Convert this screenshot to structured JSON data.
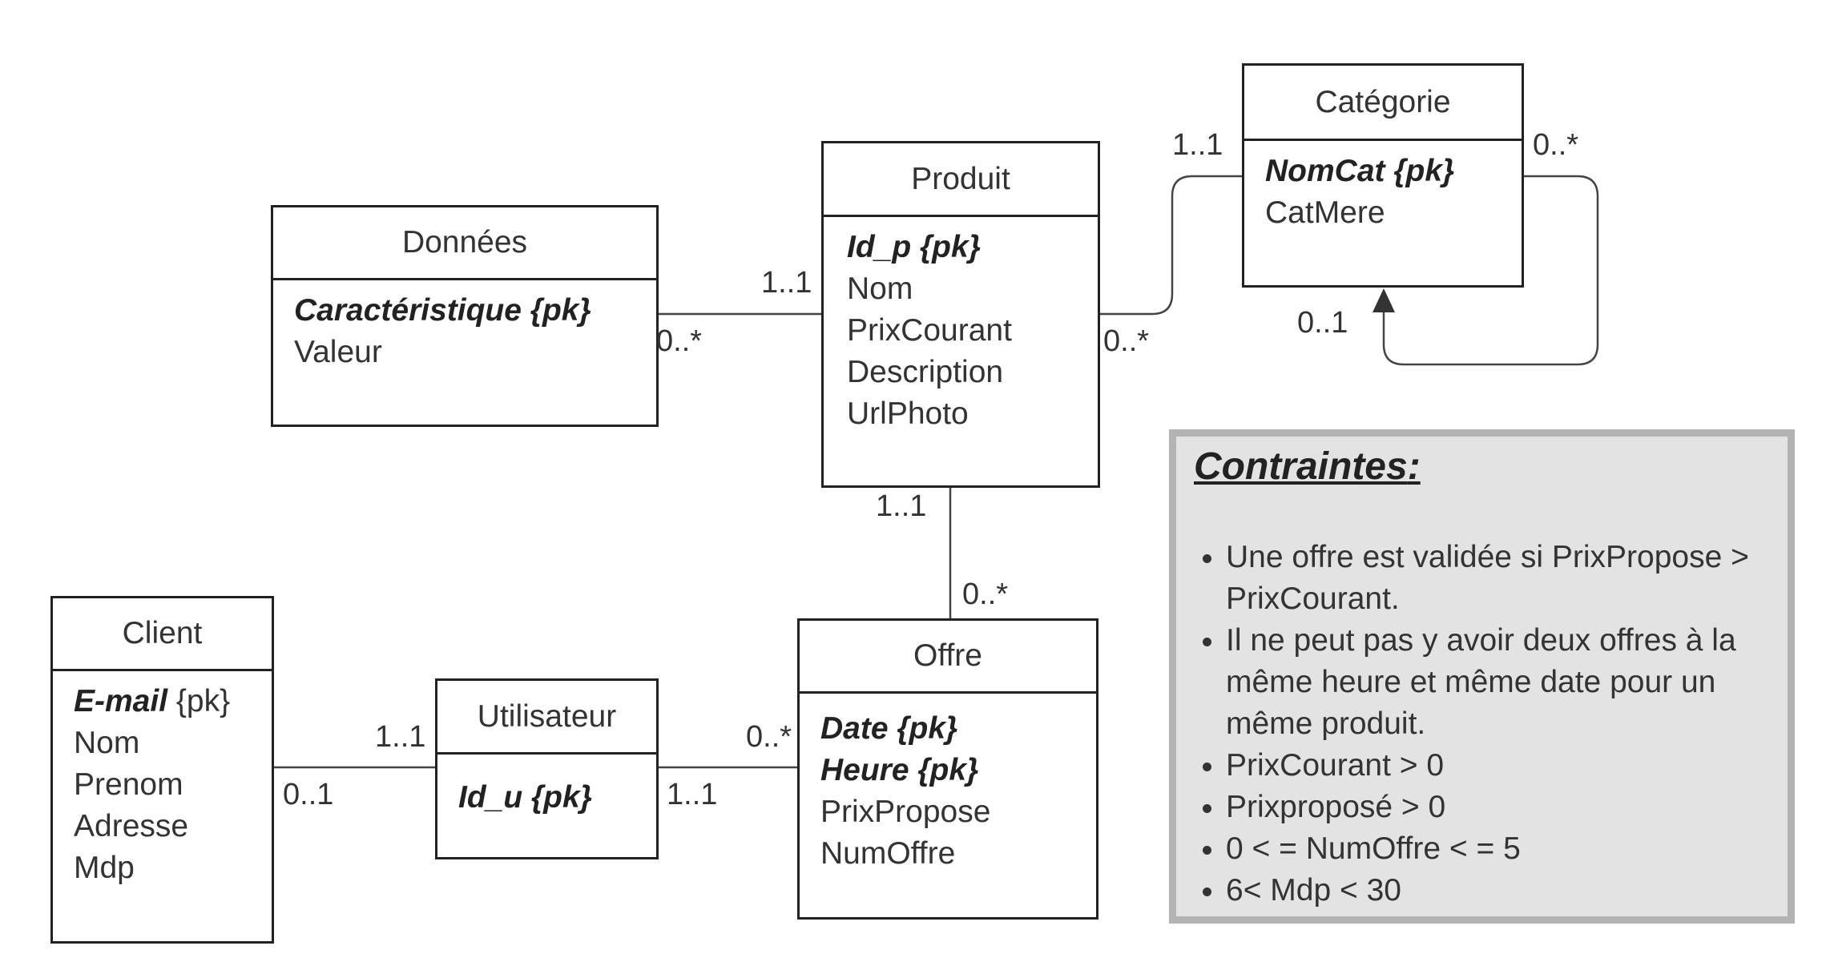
{
  "entities": {
    "donnees": {
      "name": "Données",
      "attrs": [
        {
          "text": "Caractéristique {pk}"
        },
        {
          "text": "Valeur"
        }
      ]
    },
    "produit": {
      "name": "Produit",
      "attrs": [
        {
          "text": "Id_p {pk}"
        },
        {
          "text": "Nom"
        },
        {
          "text": "PrixCourant"
        },
        {
          "text": "Description"
        },
        {
          "text": "UrlPhoto"
        }
      ]
    },
    "categorie": {
      "name": "Catégorie",
      "attrs": [
        {
          "text": "NomCat {pk}"
        },
        {
          "text": "CatMere"
        }
      ]
    },
    "client": {
      "name": "Client",
      "attrs": [
        {
          "key": "E-mail",
          "pk": "{pk}"
        },
        {
          "text": "Nom"
        },
        {
          "text": "Prenom"
        },
        {
          "text": "Adresse"
        },
        {
          "text": "Mdp"
        }
      ]
    },
    "utilisateur": {
      "name": "Utilisateur",
      "attrs": [
        {
          "text": "Id_u {pk}"
        }
      ]
    },
    "offre": {
      "name": "Offre",
      "attrs": [
        {
          "text": "Date {pk}"
        },
        {
          "text": "Heure {pk}"
        },
        {
          "text": "PrixPropose"
        },
        {
          "text": "NumOffre"
        }
      ]
    }
  },
  "multiplicities": {
    "donnees_produit_donnees": "0..*",
    "donnees_produit_produit": "1..1",
    "produit_categorie_produit": "0..*",
    "produit_categorie_categorie": "1..1",
    "categorie_self_out": "0..*",
    "categorie_self_in": "0..1",
    "produit_offre_produit": "1..1",
    "produit_offre_offre": "0..*",
    "client_utilisateur_client": "0..1",
    "client_utilisateur_utilisateur": "1..1",
    "utilisateur_offre_utilisateur": "1..1",
    "utilisateur_offre_offre": "0..*"
  },
  "constraints": {
    "title": "Contraintes",
    "title_suffix": ":",
    "items": [
      "Une offre est validée si PrixPropose > PrixCourant.",
      "Il ne peut pas y avoir deux offres à la même heure et même date pour un même produit.",
      "PrixCourant > 0",
      "Prixproposé > 0",
      "0 < = NumOffre < = 5",
      "6< Mdp < 30"
    ]
  },
  "colors": {
    "line": "#222222",
    "text": "#333333",
    "box_fill": "#e3e3e3",
    "box_border": "#b3b3b3"
  }
}
